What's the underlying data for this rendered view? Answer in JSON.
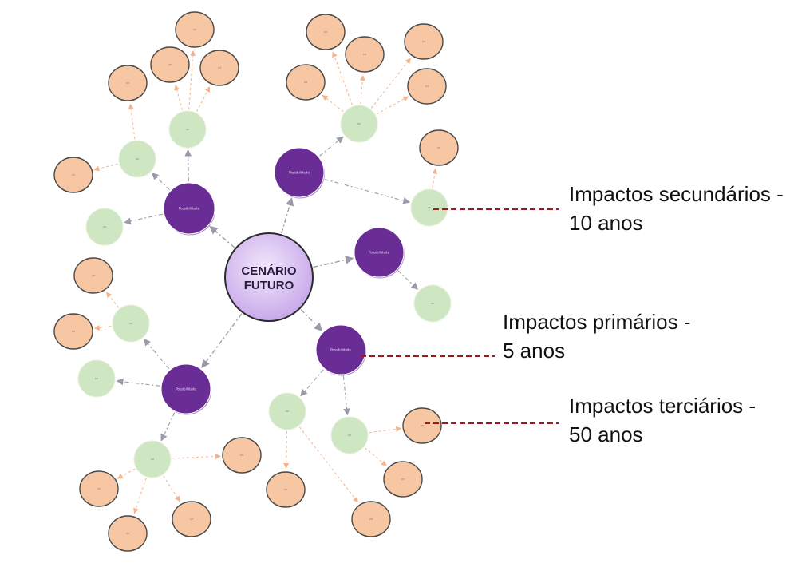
{
  "diagram": {
    "center": {
      "line1": "CENÁRIO",
      "line2": "FUTURO"
    },
    "primary_label": "Possibilidade",
    "secondary_label": "I/2",
    "tertiary_label": "I/3",
    "annotations": {
      "secondary": {
        "line1": "Impactos secundários -",
        "line2": "10 anos"
      },
      "primary": {
        "line1": "Impactos primários -",
        "line2": "5 anos"
      },
      "tertiary": {
        "line1": "Impactos terciários -",
        "line2": "50 anos"
      }
    },
    "colors": {
      "center_fill": "#d9c6ef",
      "center_stroke": "#2b2b2b",
      "primary_fill": "#6a2d96",
      "secondary_fill": "#cfe6c3",
      "tertiary_fill": "#f7c7a3",
      "tertiary_stroke": "#4a4a4a",
      "connector_gray": "#9a9aa8",
      "connector_orange": "#f2b48e",
      "annotation_line": "#9b1b1b"
    }
  }
}
